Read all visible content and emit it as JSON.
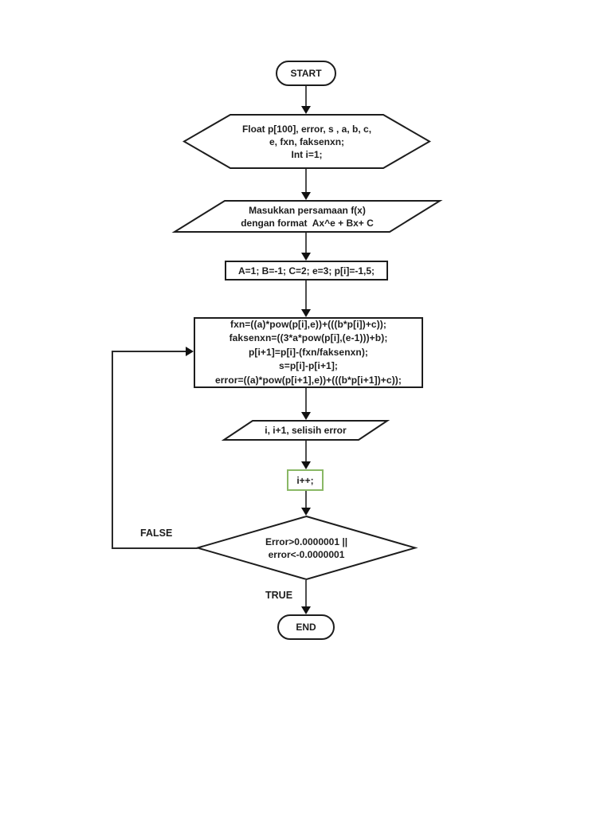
{
  "page": {
    "background": "#ffffff"
  },
  "flowchart": {
    "colors": {
      "shape_stroke": "#1d1d1d",
      "increment_box_stroke": "#8ab866",
      "connector": "#4d4d4d",
      "arrowhead": "#111111",
      "text": "#1d1d1d"
    },
    "nodes": {
      "start": {
        "label": "START"
      },
      "declare": {
        "lines": [
          "Float p[100], error, s , a, b, c,",
          "e, fxn, faksenxn;",
          "Int i=1;"
        ]
      },
      "input": {
        "lines": [
          "Masukkan persamaan f(x)",
          "dengan format  Ax^e + Bx+ C"
        ]
      },
      "init": {
        "label": "A=1; B=-1; C=2; e=3; p[i]=-1,5;"
      },
      "process": {
        "lines": [
          "fxn=((a)*pow(p[i],e))+(((b*p[i])+c));",
          "faksenxn=((3*a*pow(p[i],(e-1)))+b);",
          "p[i+1]=p[i]-(fxn/faksenxn);",
          "s=p[i]-p[i+1];",
          "error=((a)*pow(p[i+1],e))+(((b*p[i+1])+c));"
        ]
      },
      "output": {
        "label": "i, i+1, selisih error"
      },
      "increment": {
        "label": "i++;"
      },
      "decision": {
        "lines": [
          "Error>0.0000001 ||",
          "error<-0.0000001"
        ]
      },
      "end": {
        "label": "END"
      }
    },
    "edges": {
      "false_label": "FALSE",
      "true_label": "TRUE"
    }
  }
}
